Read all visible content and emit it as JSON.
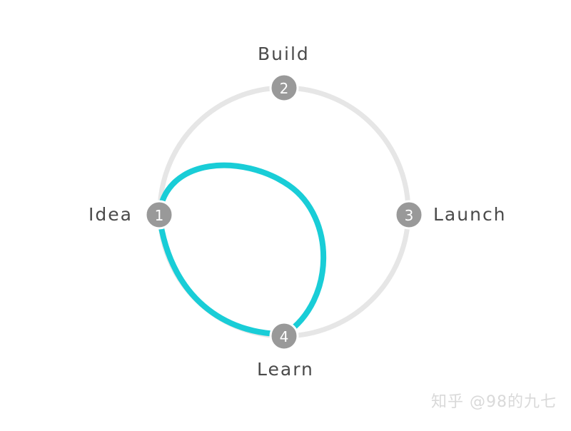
{
  "diagram": {
    "nodes": [
      {
        "number": "1",
        "label": "Idea"
      },
      {
        "number": "2",
        "label": "Build"
      },
      {
        "number": "3",
        "label": "Launch"
      },
      {
        "number": "4",
        "label": "Learn"
      }
    ],
    "colors": {
      "ring": "#e6e6e6",
      "loop": "#19cdd7",
      "node_fill": "#999999",
      "node_text": "#ffffff",
      "label_text": "#4a4a4a",
      "watermark": "#d9d9d9"
    }
  },
  "watermark": {
    "text": "知乎 @98的九七"
  }
}
